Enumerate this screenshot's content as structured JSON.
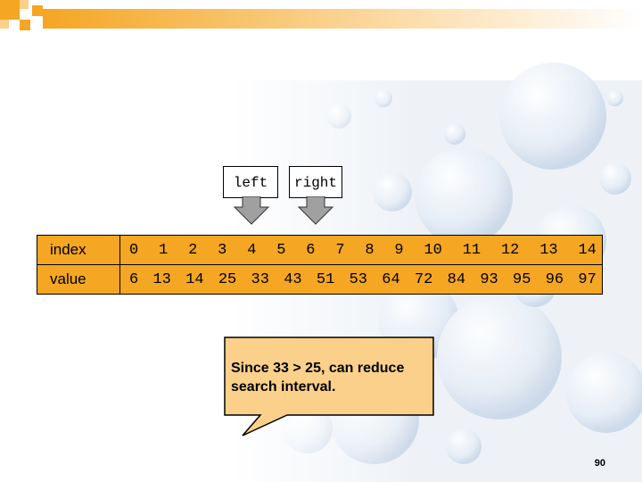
{
  "pointers": {
    "left_label": "left",
    "right_label": "right"
  },
  "array": {
    "index_label": "index",
    "value_label": "value",
    "indices": [
      "0",
      "1",
      "2",
      "3",
      "4",
      "5",
      "6",
      "7",
      "8",
      "9",
      "10",
      "11",
      "12",
      "13",
      "14"
    ],
    "values": [
      "6",
      "13",
      "14",
      "25",
      "33",
      "43",
      "51",
      "53",
      "64",
      "72",
      "84",
      "93",
      "95",
      "96",
      "97"
    ]
  },
  "callout": {
    "line1": "Since 33 > 25, can reduce",
    "line2": "search interval."
  },
  "page_number": "90",
  "colors": {
    "accent": "#f5a623",
    "callout_fill": "#fbd08a"
  }
}
